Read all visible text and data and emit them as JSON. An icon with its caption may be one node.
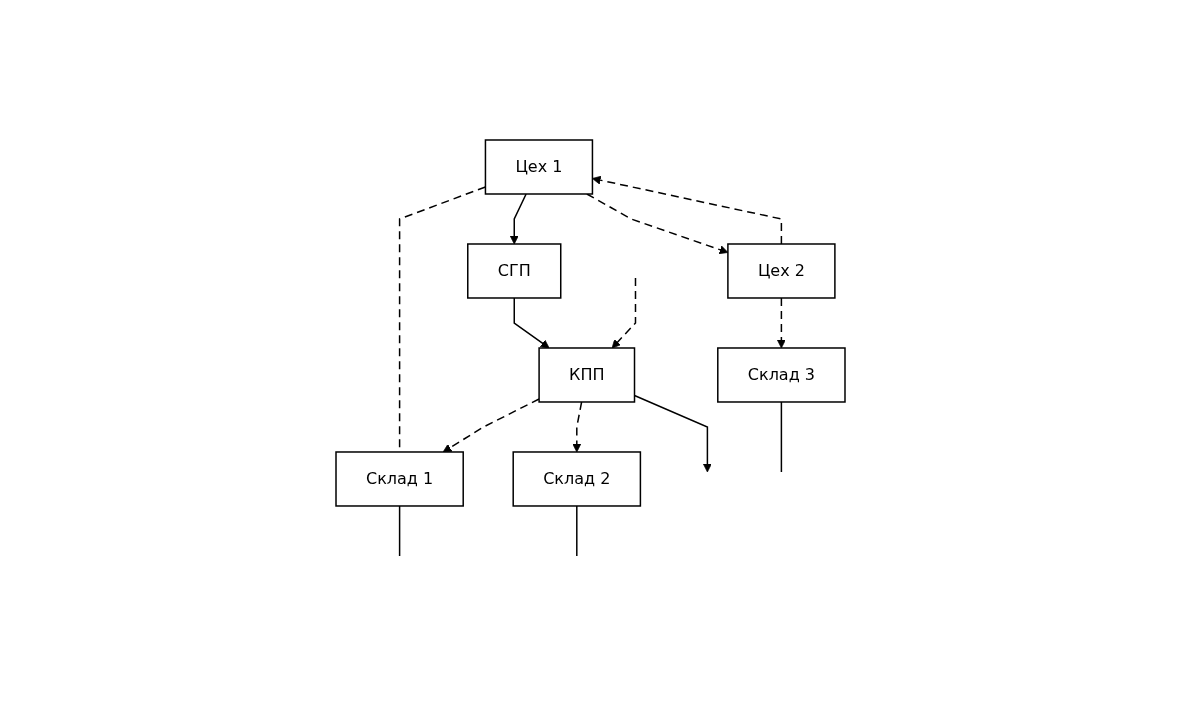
{
  "diagram": {
    "nodes": [
      {
        "text": [
          "Цех 1"
        ]
      },
      {
        "text": [
          "Цех 2"
        ]
      },
      {
        "text": [
          "СГП"
        ]
      },
      {
        "text": [
          "КПП"
        ]
      },
      {
        "text": [
          "Склад 1"
        ]
      },
      {
        "text": [
          "Склад 2"
        ]
      },
      {
        "text": [
          "Склад 3"
        ]
      }
    ],
    "edges": [
      {
        "from": 0,
        "to": 2,
        "arrow": "to"
      },
      {
        "from": 2,
        "to": 3,
        "arrow": "to"
      },
      {
        "from": 3,
        "to": null,
        "arrow": "to"
      },
      {
        "from": null,
        "to": 3,
        "arrow": "to",
        "style": "dashed"
      },
      {
        "from": 1,
        "to": 0,
        "arrow": "to",
        "style": "dashed"
      },
      {
        "from": 0,
        "to": 1,
        "arrow": "to",
        "style": "dashed"
      },
      {
        "from": 1,
        "to": 6,
        "arrow": "to",
        "style": "dashed"
      },
      {
        "from": 0,
        "to": 4,
        "arrow": "none",
        "style": "dashed"
      },
      {
        "from": 3,
        "to": 4,
        "arrow": "to",
        "style": "dashed"
      },
      {
        "from": 3,
        "to": 5,
        "arrow": "to",
        "style": "dashed"
      },
      {
        "from": 4,
        "to": null,
        "arrow": "none"
      },
      {
        "from": 5,
        "to": null,
        "arrow": "none"
      },
      {
        "from": 6,
        "to": null,
        "arrow": "none"
      }
    ]
  }
}
